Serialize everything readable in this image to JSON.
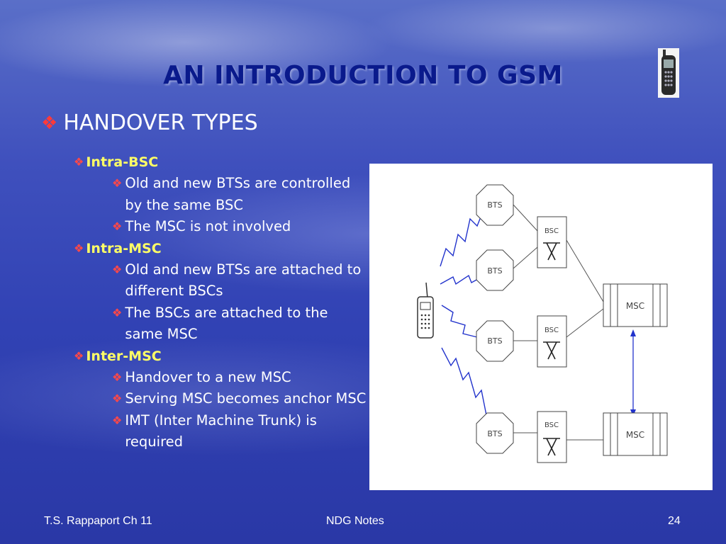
{
  "slide": {
    "title": "AN INTRODUCTION TO GSM",
    "section_heading": "HANDOVER TYPES",
    "bullet_symbol": "❖",
    "colors": {
      "title": "#0a1a8c",
      "level1_text": "#ffff66",
      "level2_text": "#ffffff",
      "bullet": "#ff4848"
    },
    "items": [
      {
        "label": "Intra-BSC",
        "sub": [
          "Old and new BTSs are controlled by the same BSC",
          "The MSC is not involved"
        ]
      },
      {
        "label": "Intra-MSC",
        "sub": [
          "Old and new BTSs are attached to different BSCs",
          "The BSCs are attached to the same MSC"
        ]
      },
      {
        "label": "Inter-MSC",
        "sub": [
          "Handover to a new MSC",
          "Serving MSC becomes anchor MSC",
          "IMT (Inter Machine Trunk) is required"
        ]
      }
    ]
  },
  "diagram": {
    "bts_label": "BTS",
    "bsc_label": "BSC",
    "msc_label": "MSC"
  },
  "footer": {
    "left": "T.S. Rappaport Ch 11",
    "center": "NDG Notes",
    "page": "24"
  }
}
